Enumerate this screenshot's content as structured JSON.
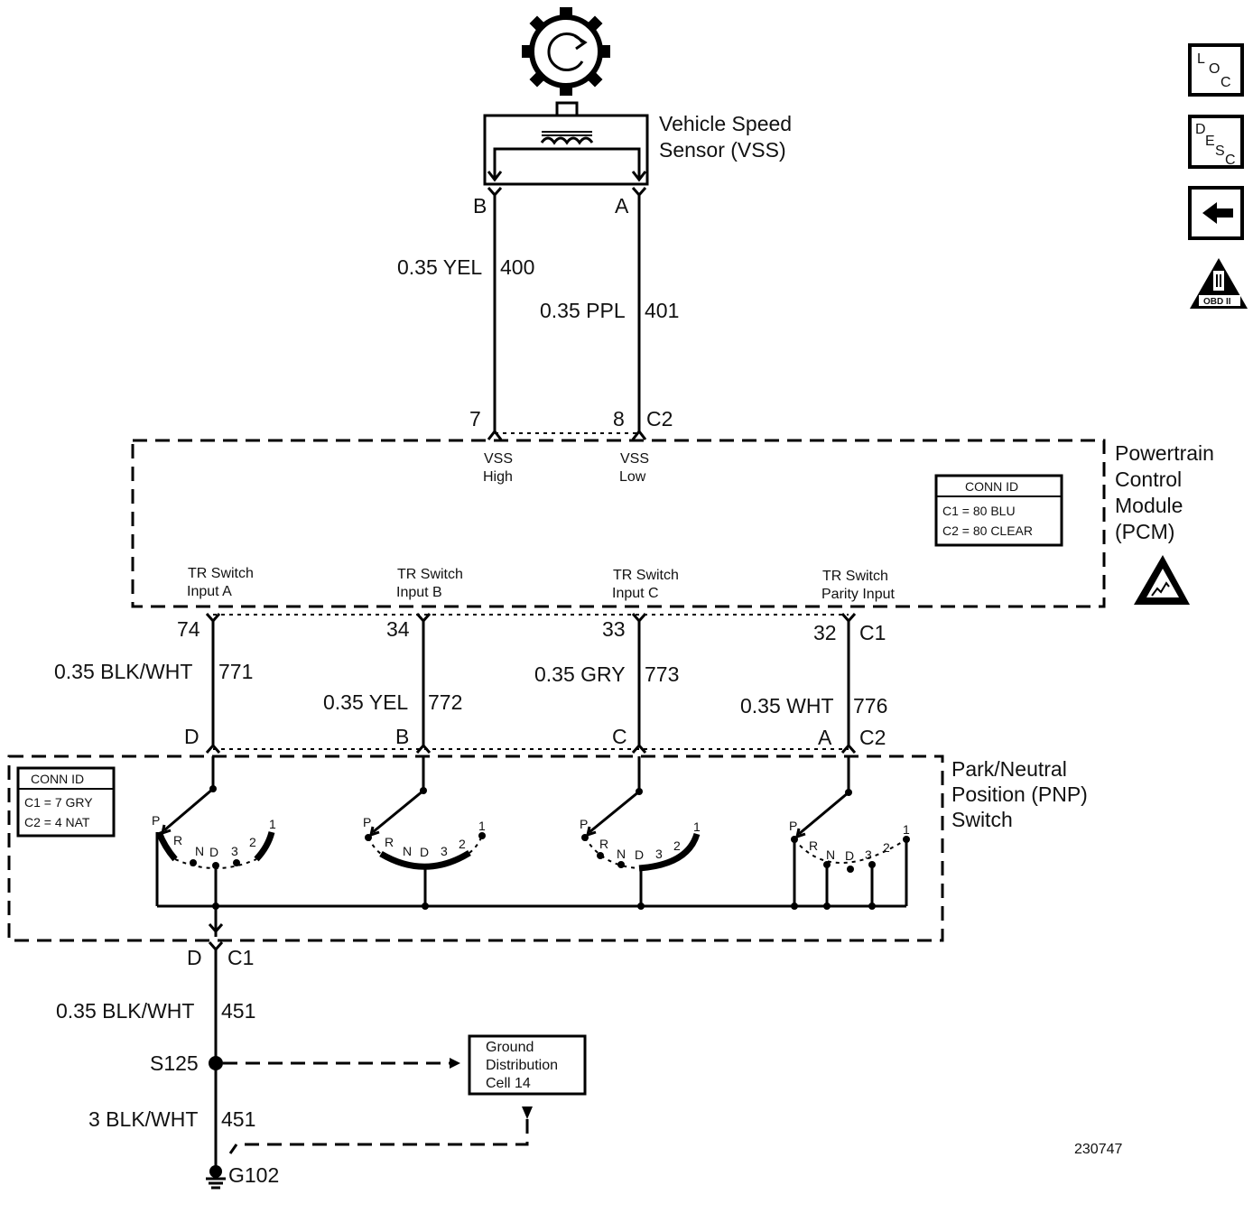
{
  "vss": {
    "title_line1": "Vehicle Speed",
    "title_line2": "Sensor (VSS)",
    "pin_b": "B",
    "pin_a": "A"
  },
  "wires_top": {
    "w400_spec": "0.35 YEL",
    "w400_num": "400",
    "w401_spec": "0.35 PPL",
    "w401_num": "401"
  },
  "pcm": {
    "pin7": "7",
    "pin8": "8",
    "conn_c2": "C2",
    "vss_high_1": "VSS",
    "vss_high_2": "High",
    "vss_low_1": "VSS",
    "vss_low_2": "Low",
    "title_1": "Powertrain",
    "title_2": "Control",
    "title_3": "Module",
    "title_4": "(PCM)",
    "conn_id_header": "CONN ID",
    "conn_id_c1": "C1 = 80 BLU",
    "conn_id_c2": "C2 = 80 CLEAR",
    "tr_a_1": "TR Switch",
    "tr_a_2": "Input A",
    "tr_b_1": "TR Switch",
    "tr_b_2": "Input B",
    "tr_c_1": "TR Switch",
    "tr_c_2": "Input C",
    "tr_p_1": "TR Switch",
    "tr_p_2": "Parity Input",
    "pin74": "74",
    "pin34": "34",
    "pin33": "33",
    "pin32": "32",
    "conn_c1": "C1"
  },
  "wires_mid": {
    "w771_spec": "0.35 BLK/WHT",
    "w771_num": "771",
    "w772_spec": "0.35 YEL",
    "w772_num": "772",
    "w773_spec": "0.35 GRY",
    "w773_num": "773",
    "w776_spec": "0.35 WHT",
    "w776_num": "776"
  },
  "pnp": {
    "pin_d": "D",
    "pin_b": "B",
    "pin_c": "C",
    "pin_a": "A",
    "conn_c2": "C2",
    "title_1": "Park/Neutral",
    "title_2": "Position (PNP)",
    "title_3": "Switch",
    "conn_id_header": "CONN ID",
    "conn_id_c1": "C1 = 7 GRY",
    "conn_id_c2": "C2 = 4 NAT",
    "positions": [
      "P",
      "R",
      "N",
      "D",
      "3",
      "2",
      "1"
    ],
    "out_pin_d": "D",
    "out_conn_c1": "C1"
  },
  "ground": {
    "w451_spec": "0.35 BLK/WHT",
    "w451_num": "451",
    "splice": "S125",
    "w451b_spec": "3 BLK/WHT",
    "w451b_num": "451",
    "ground_id": "G102",
    "gd_1": "Ground",
    "gd_2": "Distribution",
    "gd_3": "Cell 14"
  },
  "side_icons": {
    "loc_l": "L",
    "loc_o": "O",
    "loc_c": "C",
    "desc_d": "D",
    "desc_e": "E",
    "desc_s": "S",
    "desc_c": "C",
    "obd": "OBD II"
  },
  "figure_id": "230747"
}
